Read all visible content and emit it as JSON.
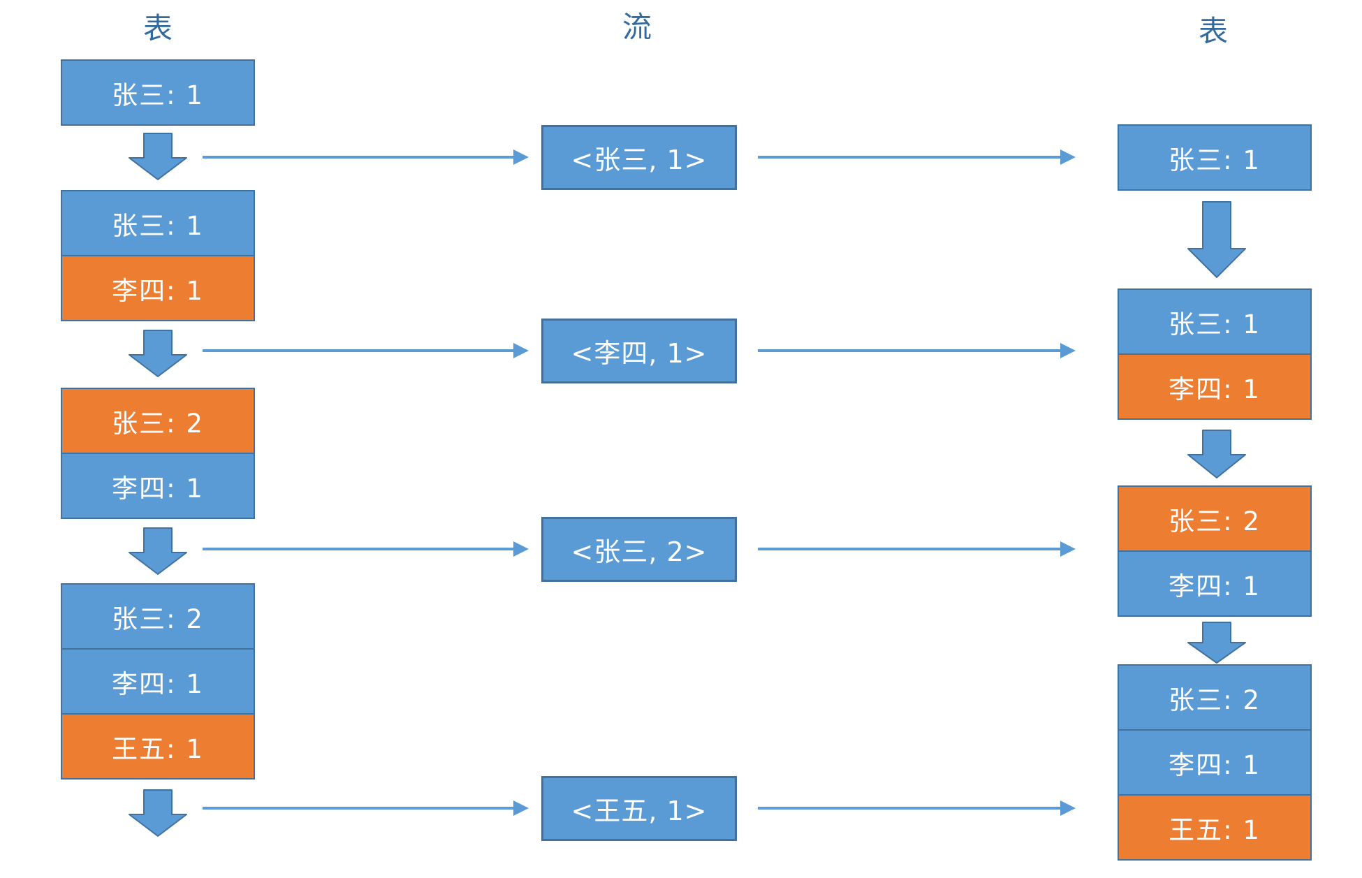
{
  "diagram": "table-stream-table duality",
  "colors": {
    "blue": "#5B9BD5",
    "orange": "#ED7D31",
    "border": "#41719C",
    "title": "#336A9E",
    "arrow": "#5B9BD5",
    "text_on_fill": "#FFFFFF"
  },
  "titles": {
    "left": "表",
    "middle": "流",
    "right": "表"
  },
  "left_table_states": [
    {
      "rows": [
        {
          "text": "张三: 1",
          "fill": "blue"
        }
      ]
    },
    {
      "rows": [
        {
          "text": "张三: 1",
          "fill": "blue"
        },
        {
          "text": "李四: 1",
          "fill": "orange"
        }
      ]
    },
    {
      "rows": [
        {
          "text": "张三: 2",
          "fill": "orange"
        },
        {
          "text": "李四: 1",
          "fill": "blue"
        }
      ]
    },
    {
      "rows": [
        {
          "text": "张三: 2",
          "fill": "blue"
        },
        {
          "text": "李四: 1",
          "fill": "blue"
        },
        {
          "text": "王五: 1",
          "fill": "orange"
        }
      ]
    }
  ],
  "stream_records": [
    {
      "text": "<张三, 1>",
      "key": "张三",
      "value": "1"
    },
    {
      "text": "<李四, 1>",
      "key": "李四",
      "value": "1"
    },
    {
      "text": "<张三, 2>",
      "key": "张三",
      "value": "2"
    },
    {
      "text": "<王五, 1>",
      "key": "王五",
      "value": "1"
    }
  ],
  "right_table_states": [
    {
      "rows": [
        {
          "text": "张三: 1",
          "fill": "blue"
        }
      ]
    },
    {
      "rows": [
        {
          "text": "张三: 1",
          "fill": "blue"
        },
        {
          "text": "李四: 1",
          "fill": "orange"
        }
      ]
    },
    {
      "rows": [
        {
          "text": "张三: 2",
          "fill": "orange"
        },
        {
          "text": "李四: 1",
          "fill": "blue"
        }
      ]
    },
    {
      "rows": [
        {
          "text": "张三: 2",
          "fill": "blue"
        },
        {
          "text": "李四: 1",
          "fill": "blue"
        },
        {
          "text": "王五: 1",
          "fill": "orange"
        }
      ]
    }
  ]
}
